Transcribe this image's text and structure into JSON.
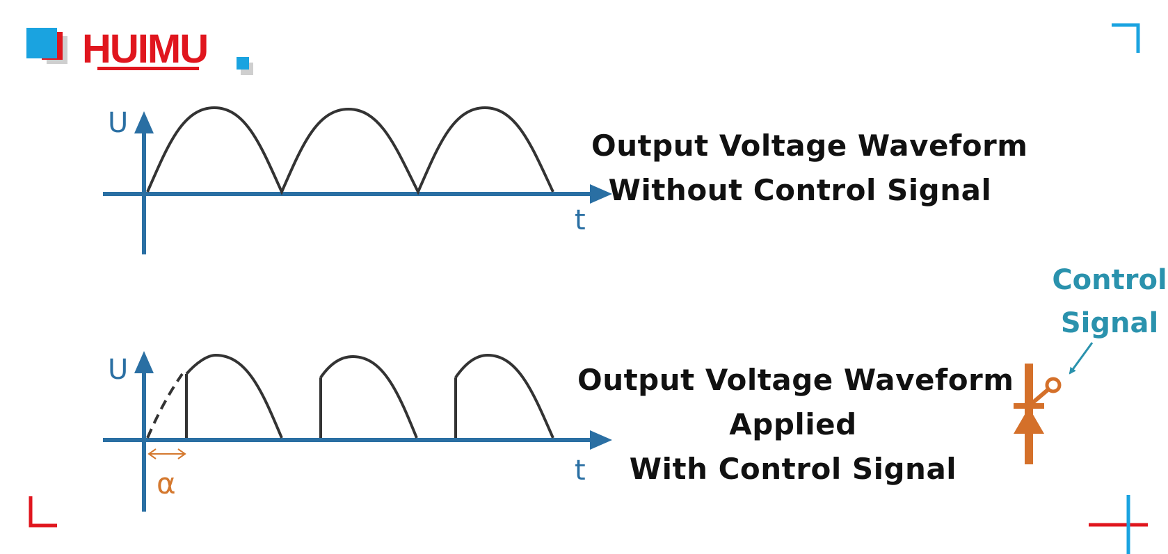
{
  "brand": {
    "logo_text": "HUIMU",
    "logo_color": "#e0161e",
    "accent_color": "#1aa3e0"
  },
  "colors": {
    "axis": "#2a6fa3",
    "wave": "#333333",
    "alpha": "#d4782e",
    "thyristor": "#d4702a",
    "control_label": "#2a92ad",
    "corner_red": "#e0161e",
    "corner_blue": "#1aa3e0"
  },
  "top_chart": {
    "y_label": "U",
    "x_label": "t",
    "caption_lines": [
      "Output Voltage Waveform",
      "Without Control Signal"
    ]
  },
  "bottom_chart": {
    "y_label": "U",
    "x_label": "t",
    "alpha_label": "α",
    "caption_lines": [
      "Output Voltage Waveform",
      "Applied",
      "With Control Signal"
    ]
  },
  "thyristor": {
    "icon": "thyristor-symbol-icon",
    "label_lines": [
      "Control",
      "Signal"
    ]
  }
}
